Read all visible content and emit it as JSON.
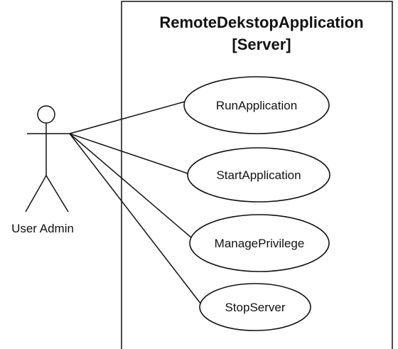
{
  "system": {
    "title_line1": "RemoteDekstopApplication",
    "title_line2": "[Server]"
  },
  "actor": {
    "label": "User Admin"
  },
  "use_cases": [
    {
      "label": "RunApplication"
    },
    {
      "label": "StartApplication"
    },
    {
      "label": "ManagePrivilege"
    },
    {
      "label": "StopServer"
    }
  ]
}
